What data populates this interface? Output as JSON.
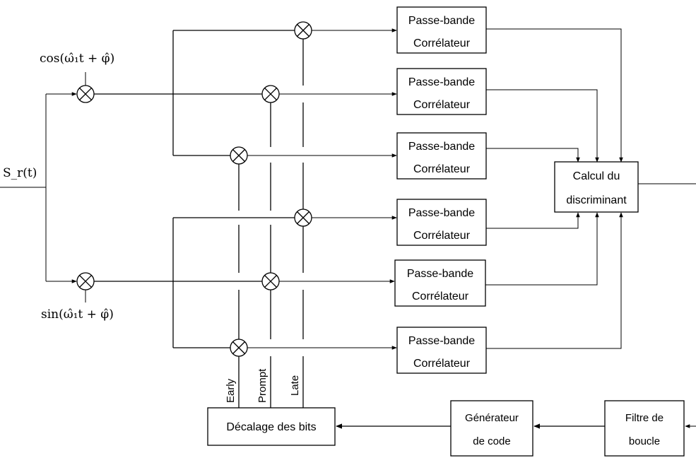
{
  "input_signal": "S_r(t)",
  "carrier_cos": "cos(ω̂₁t + φ̂)",
  "carrier_sin": "sin(ω̂₁t + φ̂)",
  "correlator": {
    "line1": "Passe-bande",
    "line2": "Corrélateur"
  },
  "discriminator": {
    "line1": "Calcul du",
    "line2": "discriminant"
  },
  "shift_register": "Décalage des bits",
  "code_generator": {
    "line1": "Générateur",
    "line2": "de code"
  },
  "loop_filter": {
    "line1": "Filtre de",
    "line2": "boucle"
  },
  "replicas": {
    "early": "Early",
    "prompt": "Prompt",
    "late": "Late"
  }
}
